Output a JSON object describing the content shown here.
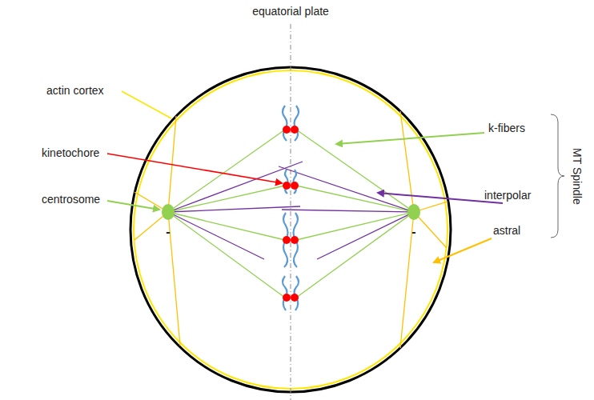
{
  "diagram": {
    "labels": [
      "equatorial plate",
      "actin cortex",
      "kinetochore",
      "centrosome",
      "k-fibers",
      "interpolar",
      "astral",
      "MT Spindle",
      "-",
      "-"
    ]
  }
}
